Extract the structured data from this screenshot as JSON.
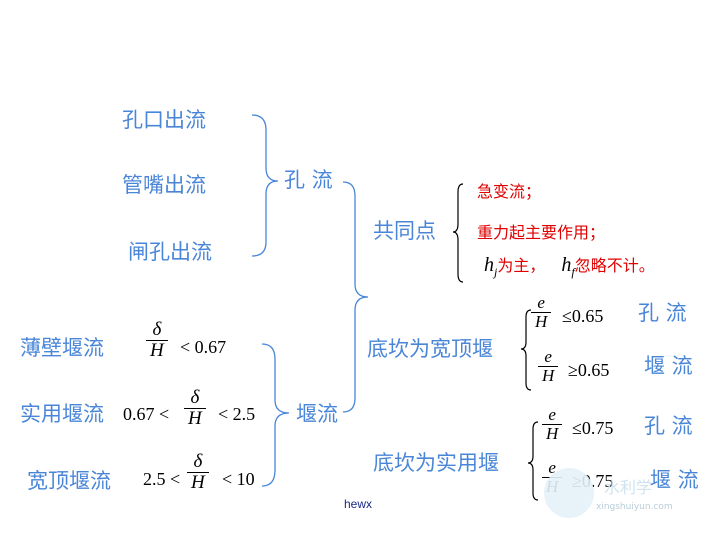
{
  "orifice_types": [
    "孔口出流",
    "管嘴出流",
    "闸孔出流"
  ],
  "orifice_label": "孔 流",
  "weir_types": [
    {
      "name": "薄壁堰流",
      "lhs": "",
      "lhs_op": "",
      "rhs_op": "<",
      "rhs": "0.67"
    },
    {
      "name": "实用堰流",
      "lhs": "0.67",
      "lhs_op": "<",
      "rhs_op": "<",
      "rhs": "2.5"
    },
    {
      "name": "宽顶堰流",
      "lhs": "2.5",
      "lhs_op": "<",
      "rhs_op": "<",
      "rhs": "10"
    }
  ],
  "frac_delta": {
    "num": "δ",
    "den": "H"
  },
  "weir_label": "堰流",
  "common": {
    "label": "共同点",
    "items": [
      "急变流；",
      "重力起主要作用；"
    ],
    "hj_sym": "h",
    "hj_sub": "j",
    "hj_text": "为主，",
    "hf_sym": "h",
    "hf_sub": "f",
    "hf_text": "忽略不计。"
  },
  "broad_crest": {
    "label": "底坎为宽顶堰",
    "cases": [
      {
        "num": "e",
        "den": "H",
        "op": "≤0.65",
        "result": "孔 流"
      },
      {
        "num": "e",
        "den": "H",
        "op": "≥0.65",
        "result": "堰 流"
      }
    ]
  },
  "practical_weir": {
    "label": "底坎为实用堰",
    "cases": [
      {
        "num": "e",
        "den": "H",
        "op": "≤0.75",
        "result": "孔 流"
      },
      {
        "num": "e",
        "den": "H",
        "op": "≥0.75",
        "result": "堰 流"
      }
    ]
  },
  "footer": "hewx",
  "watermark": {
    "main": "水利学",
    "sub": "xingshuiyun.com"
  },
  "colors": {
    "accent": "#4a86d8",
    "emphasis": "#e00000",
    "text": "#000000"
  }
}
